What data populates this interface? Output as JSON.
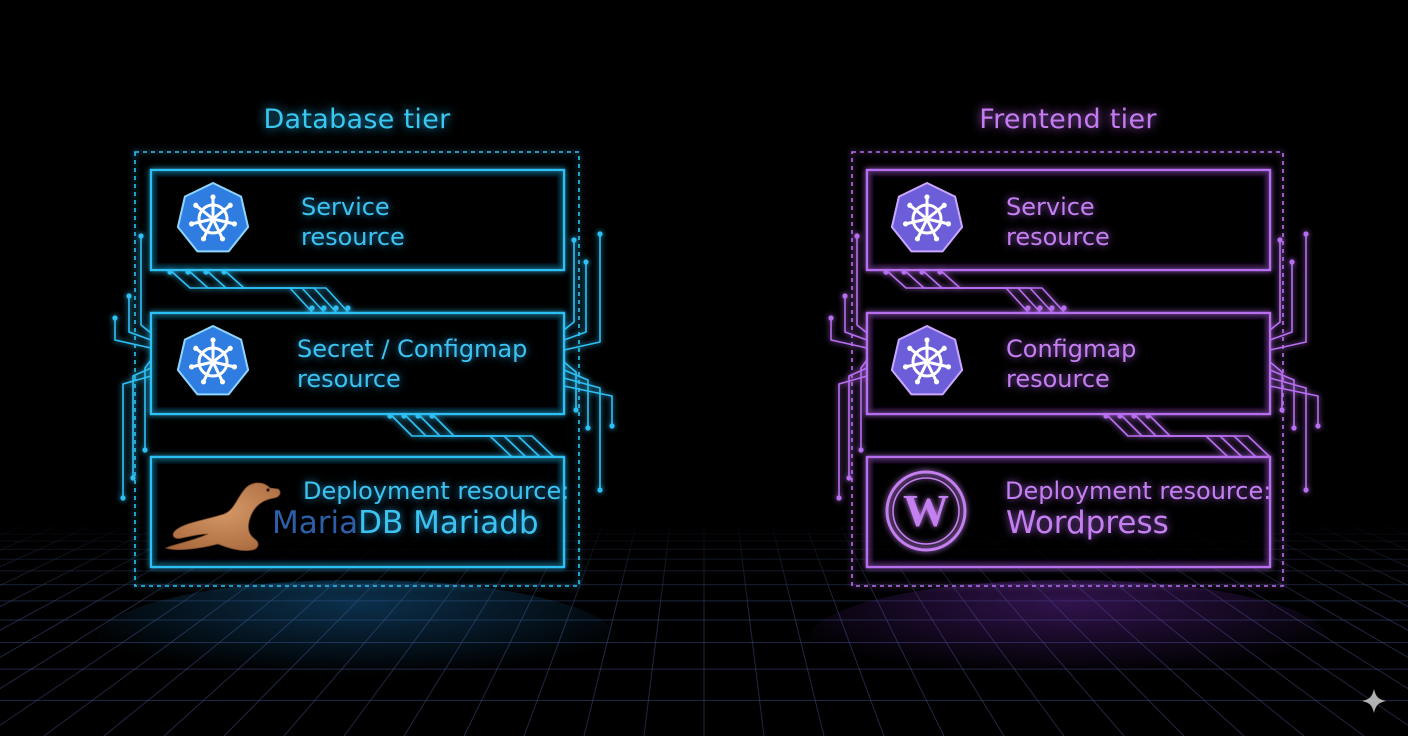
{
  "database_tier": {
    "title": "Database tier",
    "accent": "#2fc0f5",
    "cards": [
      {
        "icon": "kubernetes-icon",
        "line1": "Service",
        "line2": "resource"
      },
      {
        "icon": "kubernetes-icon",
        "line1": "Secret / Configmap",
        "line2": "resource"
      },
      {
        "icon": "mariadb-seal-icon",
        "line1": "Deployment resource:",
        "line2_a": "Maria",
        "line2_b": "DB Mariadb"
      }
    ]
  },
  "frontend_tier": {
    "title": "Frentend tier",
    "accent": "#b86ef0",
    "cards": [
      {
        "icon": "kubernetes-icon",
        "line1": "Service",
        "line2": "resource"
      },
      {
        "icon": "kubernetes-icon",
        "line1": "Configmap",
        "line2": "resource"
      },
      {
        "icon": "wordpress-icon",
        "line1": "Deployment resource:",
        "line2": "Wordpress"
      }
    ]
  }
}
